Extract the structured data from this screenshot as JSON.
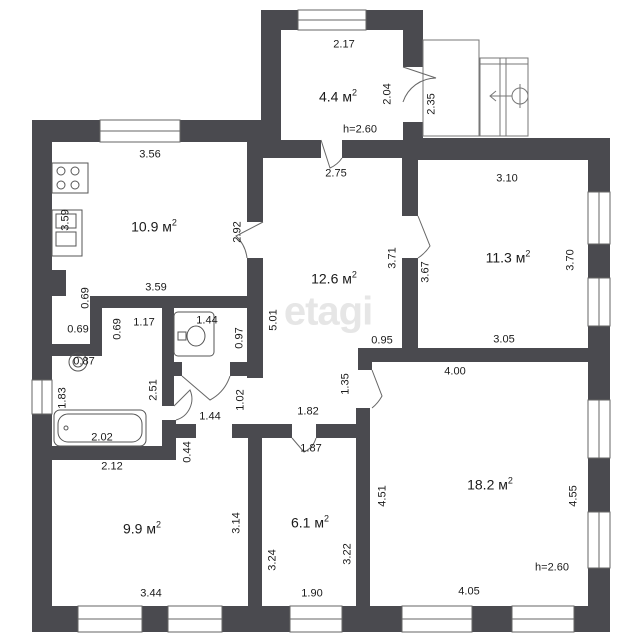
{
  "watermark": "etagi",
  "colors": {
    "wall": "#4a4a4f",
    "window_glass": "#ffffff",
    "fixture_stroke": "#555555"
  },
  "rooms": [
    {
      "name": "top-small-room",
      "area": "4.4",
      "unit": "м",
      "sup": "2"
    },
    {
      "name": "kitchen",
      "area": "10.9",
      "unit": "м",
      "sup": "2"
    },
    {
      "name": "hall",
      "area": "12.6",
      "unit": "м",
      "sup": "2"
    },
    {
      "name": "right-room",
      "area": "11.3",
      "unit": "м",
      "sup": "2"
    },
    {
      "name": "big-room",
      "area": "18.2",
      "unit": "м",
      "sup": "2"
    },
    {
      "name": "bottom-left-room",
      "area": "9.9",
      "unit": "м",
      "sup": "2"
    },
    {
      "name": "closet-room",
      "area": "6.1",
      "unit": "м",
      "sup": "2"
    }
  ],
  "dimensions": {
    "top_217": "2.17",
    "top_204": "2.04",
    "top_235": "2.35",
    "top_h": "h=2.60",
    "k_356": "3.56",
    "k_359v": "3.59",
    "k_292": "2.92",
    "k_359h": "3.59",
    "k_069a": "0.69",
    "k_069b": "0.69",
    "k_069c": "0.69",
    "k_117": "1.17",
    "wc_144a": "1.44",
    "wc_097": "0.97",
    "bath_087": "0.87",
    "bath_183": "1.83",
    "bath_251": "2.51",
    "bath_202": "2.02",
    "bath_212": "2.12",
    "bath_144b": "1.44",
    "bath_102": "1.02",
    "bath_044": "0.44",
    "h_275": "2.75",
    "h_501": "5.01",
    "h_371": "3.71",
    "h_095": "0.95",
    "h_135": "1.35",
    "h_182": "1.82",
    "r_310": "3.10",
    "r_367": "3.67",
    "r_370": "3.70",
    "r_305": "3.05",
    "b_400": "4.00",
    "b_451": "4.51",
    "b_455": "4.55",
    "b_h": "h=2.60",
    "b_405": "4.05",
    "bl_314": "3.14",
    "bl_344": "3.44",
    "c_187": "1.87",
    "c_324": "3.24",
    "c_322": "3.22",
    "c_190": "1.90"
  }
}
